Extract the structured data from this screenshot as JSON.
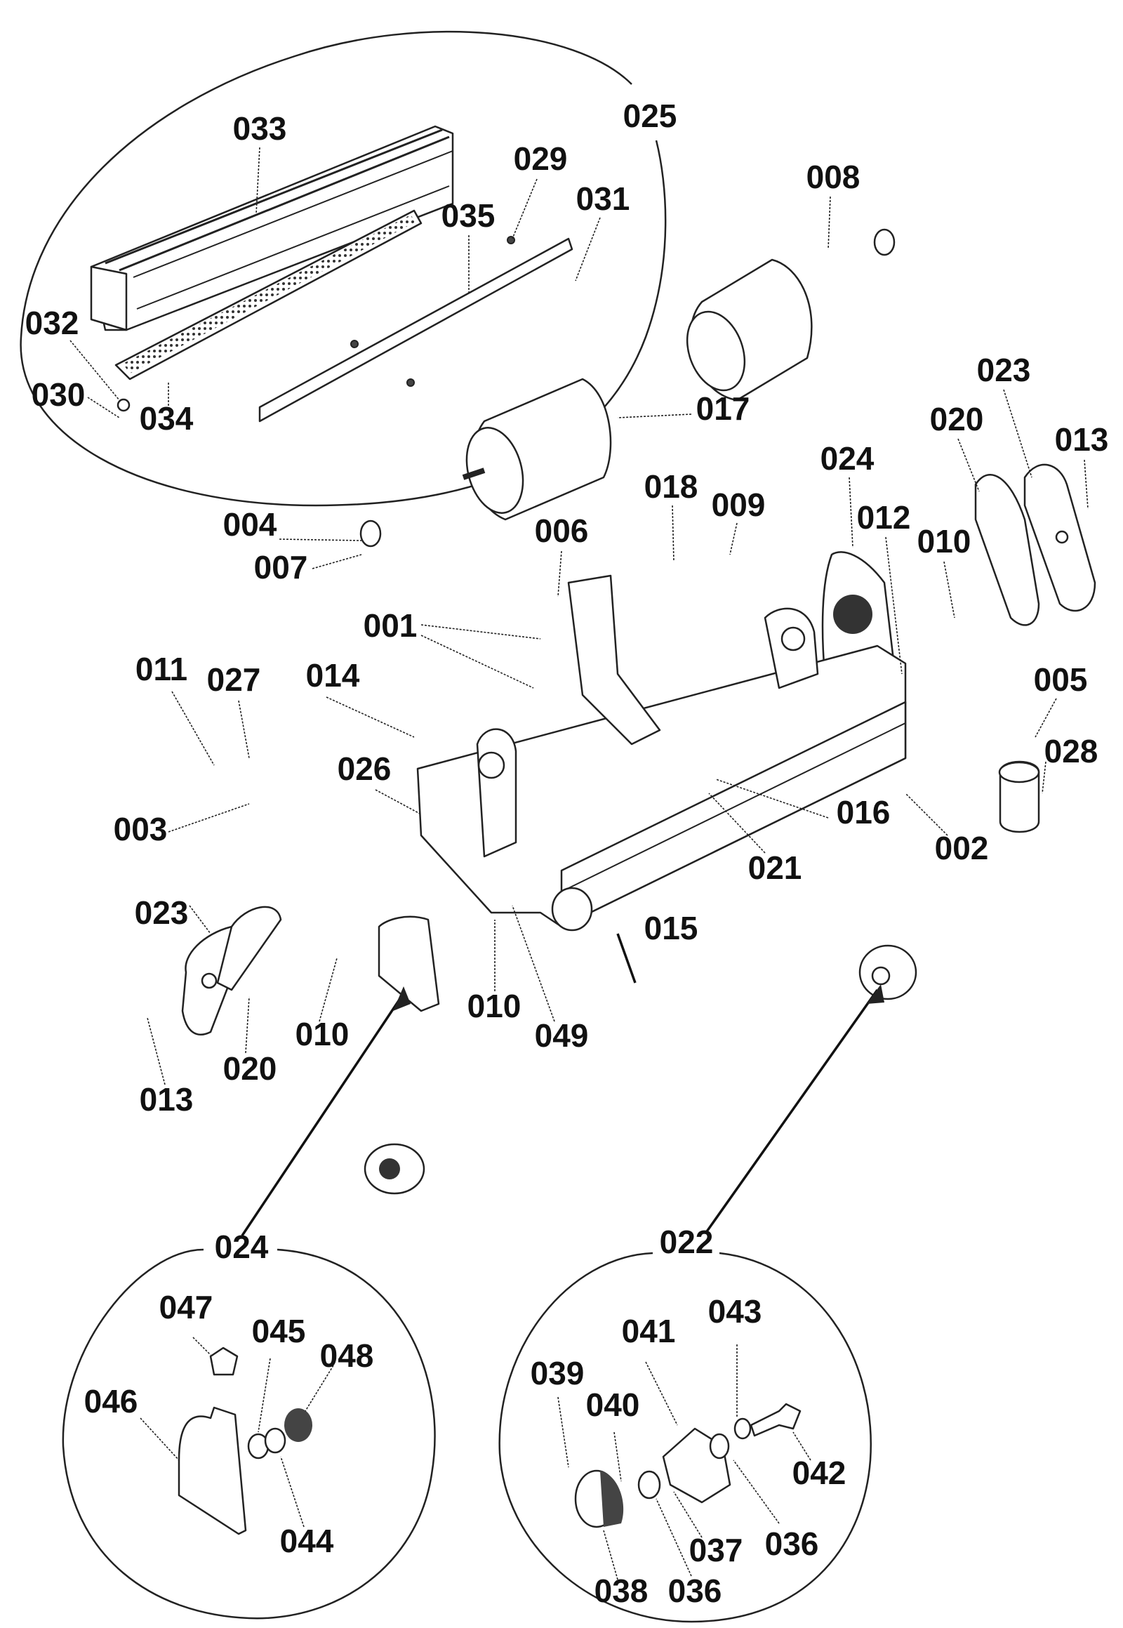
{
  "diagram": {
    "type": "exploded-parts-diagram",
    "subassemblies": [
      {
        "id": "025",
        "description": "upper roller/cover assembly (oval callout)"
      },
      {
        "id": "024",
        "description": "side cover detail (circle callout)",
        "parts": [
          "046",
          "047",
          "045",
          "048",
          "044"
        ]
      },
      {
        "id": "022",
        "description": "bearing/drive detail (circle callout)",
        "parts": [
          "039",
          "040",
          "041",
          "043",
          "042",
          "036",
          "037",
          "038"
        ]
      }
    ],
    "labels": [
      {
        "key": "l033",
        "text": "033"
      },
      {
        "key": "l025",
        "text": "025"
      },
      {
        "key": "l029",
        "text": "029"
      },
      {
        "key": "l031",
        "text": "031"
      },
      {
        "key": "l035",
        "text": "035"
      },
      {
        "key": "l008",
        "text": "008"
      },
      {
        "key": "l032",
        "text": "032"
      },
      {
        "key": "l030",
        "text": "030"
      },
      {
        "key": "l034",
        "text": "034"
      },
      {
        "key": "l017",
        "text": "017"
      },
      {
        "key": "l023a",
        "text": "023"
      },
      {
        "key": "l020a",
        "text": "020"
      },
      {
        "key": "l013a",
        "text": "013"
      },
      {
        "key": "l024a",
        "text": "024"
      },
      {
        "key": "l018",
        "text": "018"
      },
      {
        "key": "l009",
        "text": "009"
      },
      {
        "key": "l012",
        "text": "012"
      },
      {
        "key": "l004",
        "text": "004"
      },
      {
        "key": "l006",
        "text": "006"
      },
      {
        "key": "l010a",
        "text": "010"
      },
      {
        "key": "l007",
        "text": "007"
      },
      {
        "key": "l001",
        "text": "001"
      },
      {
        "key": "l011",
        "text": "011"
      },
      {
        "key": "l027",
        "text": "027"
      },
      {
        "key": "l014",
        "text": "014"
      },
      {
        "key": "l005",
        "text": "005"
      },
      {
        "key": "l028",
        "text": "028"
      },
      {
        "key": "l026",
        "text": "026"
      },
      {
        "key": "l003",
        "text": "003"
      },
      {
        "key": "l016",
        "text": "016"
      },
      {
        "key": "l002",
        "text": "002"
      },
      {
        "key": "l021",
        "text": "021"
      },
      {
        "key": "l015",
        "text": "015"
      },
      {
        "key": "l023b",
        "text": "023"
      },
      {
        "key": "l010b",
        "text": "010"
      },
      {
        "key": "l010c",
        "text": "010"
      },
      {
        "key": "l049",
        "text": "049"
      },
      {
        "key": "l020b",
        "text": "020"
      },
      {
        "key": "l013b",
        "text": "013"
      },
      {
        "key": "l024b",
        "text": "024"
      },
      {
        "key": "l022",
        "text": "022"
      },
      {
        "key": "l047",
        "text": "047"
      },
      {
        "key": "l045",
        "text": "045"
      },
      {
        "key": "l048",
        "text": "048"
      },
      {
        "key": "l046",
        "text": "046"
      },
      {
        "key": "l044",
        "text": "044"
      },
      {
        "key": "l041",
        "text": "041"
      },
      {
        "key": "l043",
        "text": "043"
      },
      {
        "key": "l039",
        "text": "039"
      },
      {
        "key": "l040",
        "text": "040"
      },
      {
        "key": "l042",
        "text": "042"
      },
      {
        "key": "l036a",
        "text": "036"
      },
      {
        "key": "l037",
        "text": "037"
      },
      {
        "key": "l038",
        "text": "038"
      },
      {
        "key": "l036b",
        "text": "036"
      }
    ]
  }
}
